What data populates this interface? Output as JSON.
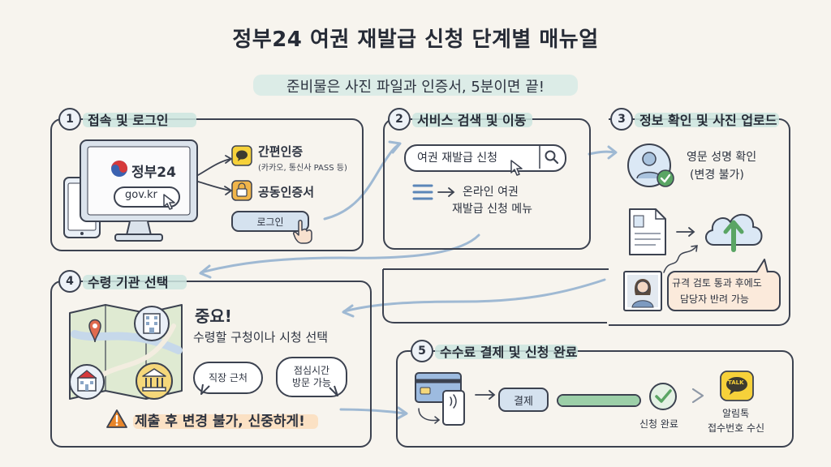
{
  "title": "정부24 여권 재발급 신청 단계별 매뉴얼",
  "subtitle": "준비물은 사진 파일과 인증서, 5분이면 끝!",
  "step1": {
    "num": "1",
    "title": "접속 및 로그인",
    "logo_text": "정부24",
    "url": "gov.kr",
    "auth_simple": "간편인증",
    "auth_simple_note": "(카카오, 통신사 PASS 등)",
    "auth_cert": "공동인증서",
    "login": "로그인"
  },
  "step2": {
    "num": "2",
    "title": "서비스 검색 및 이동",
    "search_value": "여권 재발급 신청",
    "menu_line1": "온라인 여권",
    "menu_line2": "재발급 신청 메뉴"
  },
  "step3": {
    "num": "3",
    "title": "정보 확인 및 사진 업로드",
    "name_check_line1": "영문 성명 확인",
    "name_check_line2": "(변경 불가)",
    "note_line1": "규격 검토 통과 후에도",
    "note_line2": "담당자 반려 가능"
  },
  "step4": {
    "num": "4",
    "title": "수령 기관 선택",
    "important": "중요!",
    "choose": "수령할 구청이나 시청 선택",
    "bubble1": "직장 근처",
    "bubble2_line1": "점심시간",
    "bubble2_line2": "방문 가능",
    "warning": "제출 후 변경 불가, 신중하게!"
  },
  "step5": {
    "num": "5",
    "title": "수수료 결제 및 신청 완료",
    "pay": "결제",
    "done": "신청 완료",
    "talk_badge": "TALK",
    "notify_line1": "알림톡",
    "notify_line2": "접수번호 수신"
  },
  "colors": {
    "highlight_mint": "#cde5df",
    "button_blue": "#d5e2ef",
    "kakao_yellow": "#f6d13a",
    "cert_orange": "#f0b54a",
    "cloud_blue": "#dbe8f5",
    "check_green": "#5aa564",
    "warning_orange": "#e8862a",
    "note_peach": "#fbeadb",
    "progress_green": "#9ccfa8"
  }
}
